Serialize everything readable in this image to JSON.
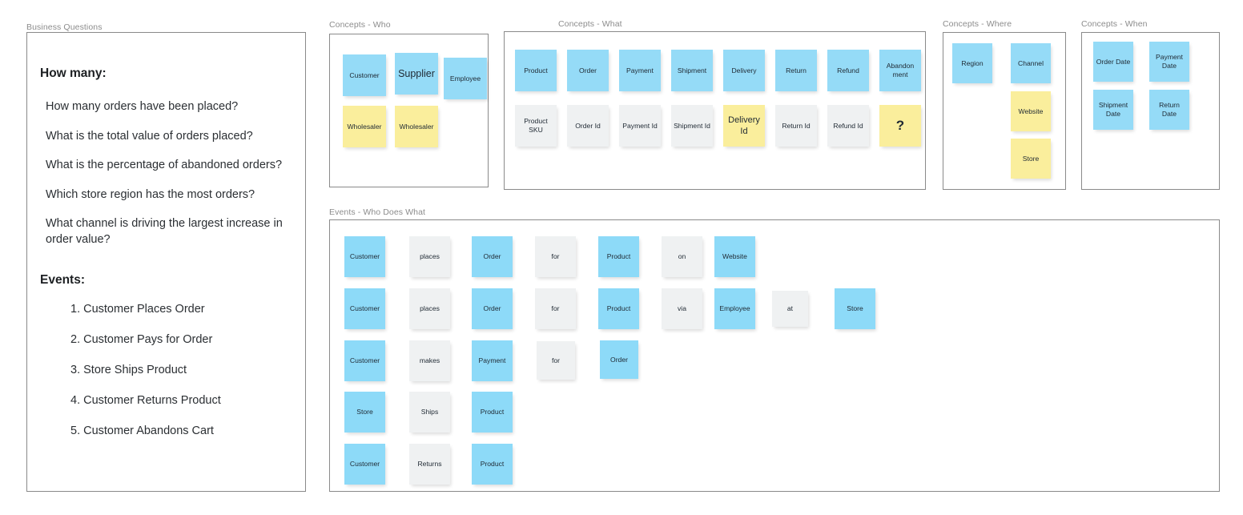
{
  "panels": {
    "business_questions": {
      "label": "Business Questions",
      "heading": "How many:",
      "questions": [
        "How many orders have been placed?",
        "What is the total value of orders placed?",
        "What is the percentage of abandoned orders?",
        "Which store region has the most orders?",
        "What channel is driving the largest increase in order value?"
      ],
      "events_heading": "Events:",
      "events": [
        "1. Customer Places Order",
        "2. Customer Pays for Order",
        "3. Store Ships Product",
        "4. Customer Returns Product",
        "5. Customer Abandons Cart"
      ]
    },
    "concepts_who": {
      "label": "Concepts - Who",
      "cards": [
        {
          "text": "Customer",
          "color": "blue"
        },
        {
          "text": "Supplier",
          "color": "blue"
        },
        {
          "text": "Employee",
          "color": "blue"
        },
        {
          "text": "Wholesaler",
          "color": "yellow"
        },
        {
          "text": "Wholesaler",
          "color": "yellow"
        }
      ]
    },
    "concepts_what": {
      "label": "Concepts - What",
      "row1": [
        {
          "text": "Product",
          "color": "blue"
        },
        {
          "text": "Order",
          "color": "blue"
        },
        {
          "text": "Payment",
          "color": "blue"
        },
        {
          "text": "Shipment",
          "color": "blue"
        },
        {
          "text": "Delivery",
          "color": "blue"
        },
        {
          "text": "Return",
          "color": "blue"
        },
        {
          "text": "Refund",
          "color": "blue"
        },
        {
          "text": "Abandon ment",
          "color": "blue"
        }
      ],
      "row2": [
        {
          "text": "Product SKU",
          "color": "grey"
        },
        {
          "text": "Order Id",
          "color": "grey"
        },
        {
          "text": "Payment Id",
          "color": "grey"
        },
        {
          "text": "Shipment Id",
          "color": "grey"
        },
        {
          "text": "Delivery Id",
          "color": "yellow"
        },
        {
          "text": "Return Id",
          "color": "grey"
        },
        {
          "text": "Refund Id",
          "color": "grey"
        },
        {
          "text": "?",
          "color": "yellow"
        }
      ]
    },
    "concepts_where": {
      "label": "Concepts - Where",
      "cards": [
        {
          "text": "Region",
          "color": "blue"
        },
        {
          "text": "Channel",
          "color": "blue"
        },
        {
          "text": "Website",
          "color": "yellow"
        },
        {
          "text": "Store",
          "color": "yellow"
        }
      ]
    },
    "concepts_when": {
      "label": "Concepts - When",
      "cards": [
        {
          "text": "Order Date",
          "color": "blue"
        },
        {
          "text": "Payment Date",
          "color": "blue"
        },
        {
          "text": "Shipment Date",
          "color": "blue"
        },
        {
          "text": "Return Date",
          "color": "blue"
        }
      ]
    },
    "events": {
      "label": "Events - Who Does What",
      "rows": [
        [
          {
            "text": "Customer",
            "color": "blue"
          },
          {
            "text": "places",
            "color": "grey"
          },
          {
            "text": "Order",
            "color": "blue"
          },
          {
            "text": "for",
            "color": "grey"
          },
          {
            "text": "Product",
            "color": "blue"
          },
          {
            "text": "on",
            "color": "grey"
          },
          {
            "text": "Website",
            "color": "blue"
          }
        ],
        [
          {
            "text": "Customer",
            "color": "blue"
          },
          {
            "text": "places",
            "color": "grey"
          },
          {
            "text": "Order",
            "color": "blue"
          },
          {
            "text": "for",
            "color": "grey"
          },
          {
            "text": "Product",
            "color": "blue"
          },
          {
            "text": "via",
            "color": "grey"
          },
          {
            "text": "Employee",
            "color": "blue"
          },
          {
            "text": "at",
            "color": "grey"
          },
          {
            "text": "Store",
            "color": "blue"
          }
        ],
        [
          {
            "text": "Customer",
            "color": "blue"
          },
          {
            "text": "makes",
            "color": "grey"
          },
          {
            "text": "Payment",
            "color": "blue"
          },
          {
            "text": "for",
            "color": "grey"
          },
          {
            "text": "Order",
            "color": "blue"
          }
        ],
        [
          {
            "text": "Store",
            "color": "blue"
          },
          {
            "text": "Ships",
            "color": "grey"
          },
          {
            "text": "Product",
            "color": "blue"
          }
        ],
        [
          {
            "text": "Customer",
            "color": "blue"
          },
          {
            "text": "Returns",
            "color": "grey"
          },
          {
            "text": "Product",
            "color": "blue"
          }
        ]
      ]
    }
  },
  "colors": {
    "blue": "#95dbf7",
    "yellow": "#faee9c",
    "grey": "#eff1f2",
    "border": "#8a8a8a",
    "label": "#8c8c8c"
  }
}
